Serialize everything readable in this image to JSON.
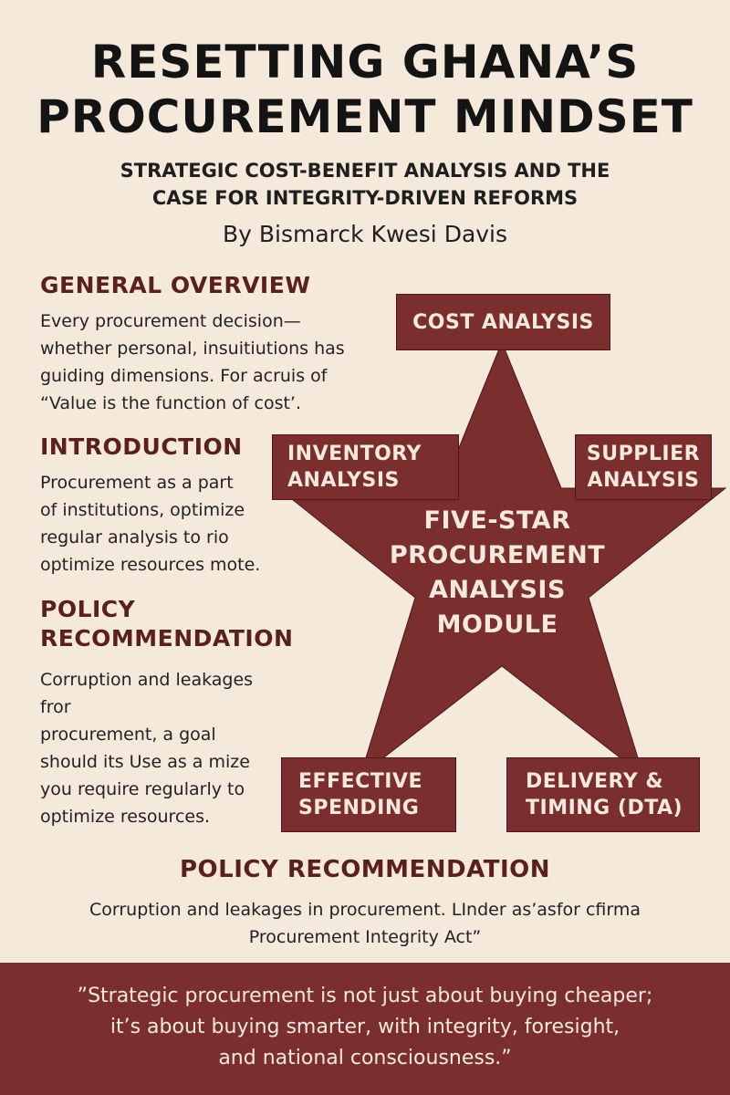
{
  "header": {
    "title_line1": "RESETTING GHANA’S",
    "title_line2": "PROCUREMENT MINDSET",
    "subtitle_line1": "STRATEGIC COST-BENEFIT ANALYSIS AND THE",
    "subtitle_line2": "CASE FOR INTEGRITY-DRIVEN REFORMS",
    "byline": "By Bismarck Kwesi Davis"
  },
  "sections": {
    "overview": {
      "heading": "GENERAL OVERVIEW",
      "lines": [
        "Every procurement decision—",
        "whether personal, insuitiutions has",
        "guiding dimensions. For acruis of",
        "“Value is the function of cost’."
      ]
    },
    "introduction": {
      "heading": "INTRODUCTION",
      "lines": [
        "Procurement as a part",
        "of institutions, optimize",
        "regular analysis to rio",
        "optimize resources mote."
      ]
    },
    "policy": {
      "heading_line1": "POLICY",
      "heading_line2": "RECOMMENDATION",
      "lines": [
        "Corruption and leakages fror",
        "procurement, a goal",
        "should its Use as a mize",
        "you require regularly to",
        "optimize resources."
      ]
    }
  },
  "star": {
    "color": "#7a2e2e",
    "center_lines": [
      "FIVE-STAR",
      "PROCUREMENT",
      "ANALYSIS",
      "MODULE"
    ],
    "points": {
      "top": [
        "COST ANALYSIS"
      ],
      "left": [
        "INVENTORY",
        "ANALYSIS"
      ],
      "right": [
        "SUPPLIER",
        "ANALYSIS"
      ],
      "bottom_left": [
        "EFFECTIVE",
        "SPENDING"
      ],
      "bottom_right": [
        "DELIVERY &",
        "TIMING (DTA)"
      ]
    }
  },
  "bottom": {
    "heading": "POLICY RECOMMENDATION",
    "lines": [
      "Corruption and leakages in procurement. LInder as’asfor cfirma",
      "Procurement Integrity Act”"
    ]
  },
  "quote": {
    "lines": [
      "”Strategic procurement is not just about buying cheaper;",
      "it’s about buying smarter, with integrity, foresight,",
      "and national consciousness.”"
    ]
  }
}
